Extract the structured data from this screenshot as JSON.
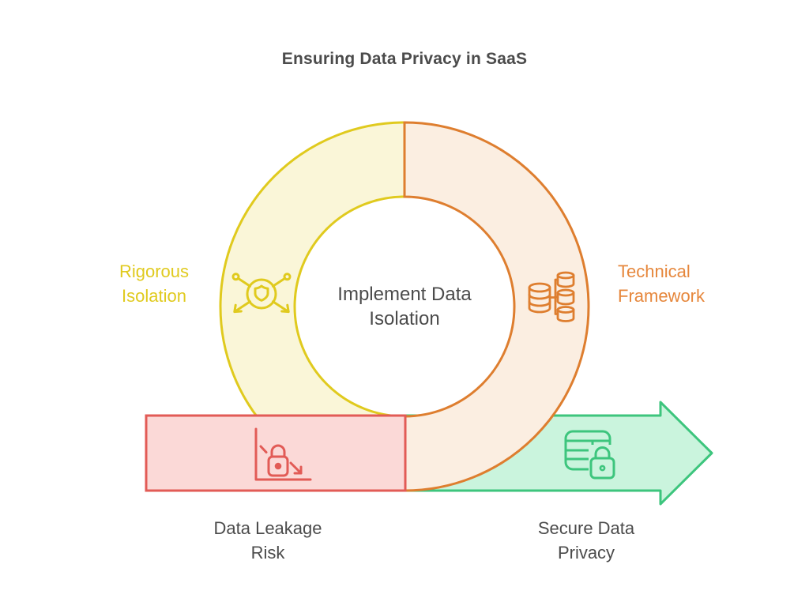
{
  "title": "Ensuring Data Privacy in SaaS",
  "donut": {
    "center_label": "Implement Data\nIsolation",
    "left_segment": {
      "label": "Rigorous\nIsolation",
      "icon": "shield-network-icon"
    },
    "right_segment": {
      "label": "Technical\nFramework",
      "icon": "database-distribution-icon"
    }
  },
  "outcomes": {
    "risk": {
      "label": "Data Leakage\nRisk",
      "shape": "rectangle",
      "icon": "declining-lock-chart-icon"
    },
    "secure": {
      "label": "Secure Data\nPrivacy",
      "shape": "arrow",
      "icon": "locked-table-icon"
    }
  },
  "colors": {
    "background": "#FFFFFF",
    "yellow_stroke": "#E0CA1E",
    "yellow_fill": "#FAF6D8",
    "yellow_label": "#E0CA1E",
    "orange_stroke": "#DE7E2F",
    "orange_fill": "#FBEEE1",
    "orange_label": "#E6873C",
    "red_stroke": "#E25B56",
    "red_fill": "#FBD9D7",
    "green_stroke": "#3DC57D",
    "green_fill": "#CAF4DD",
    "text_dark": "#4B4B4B"
  }
}
